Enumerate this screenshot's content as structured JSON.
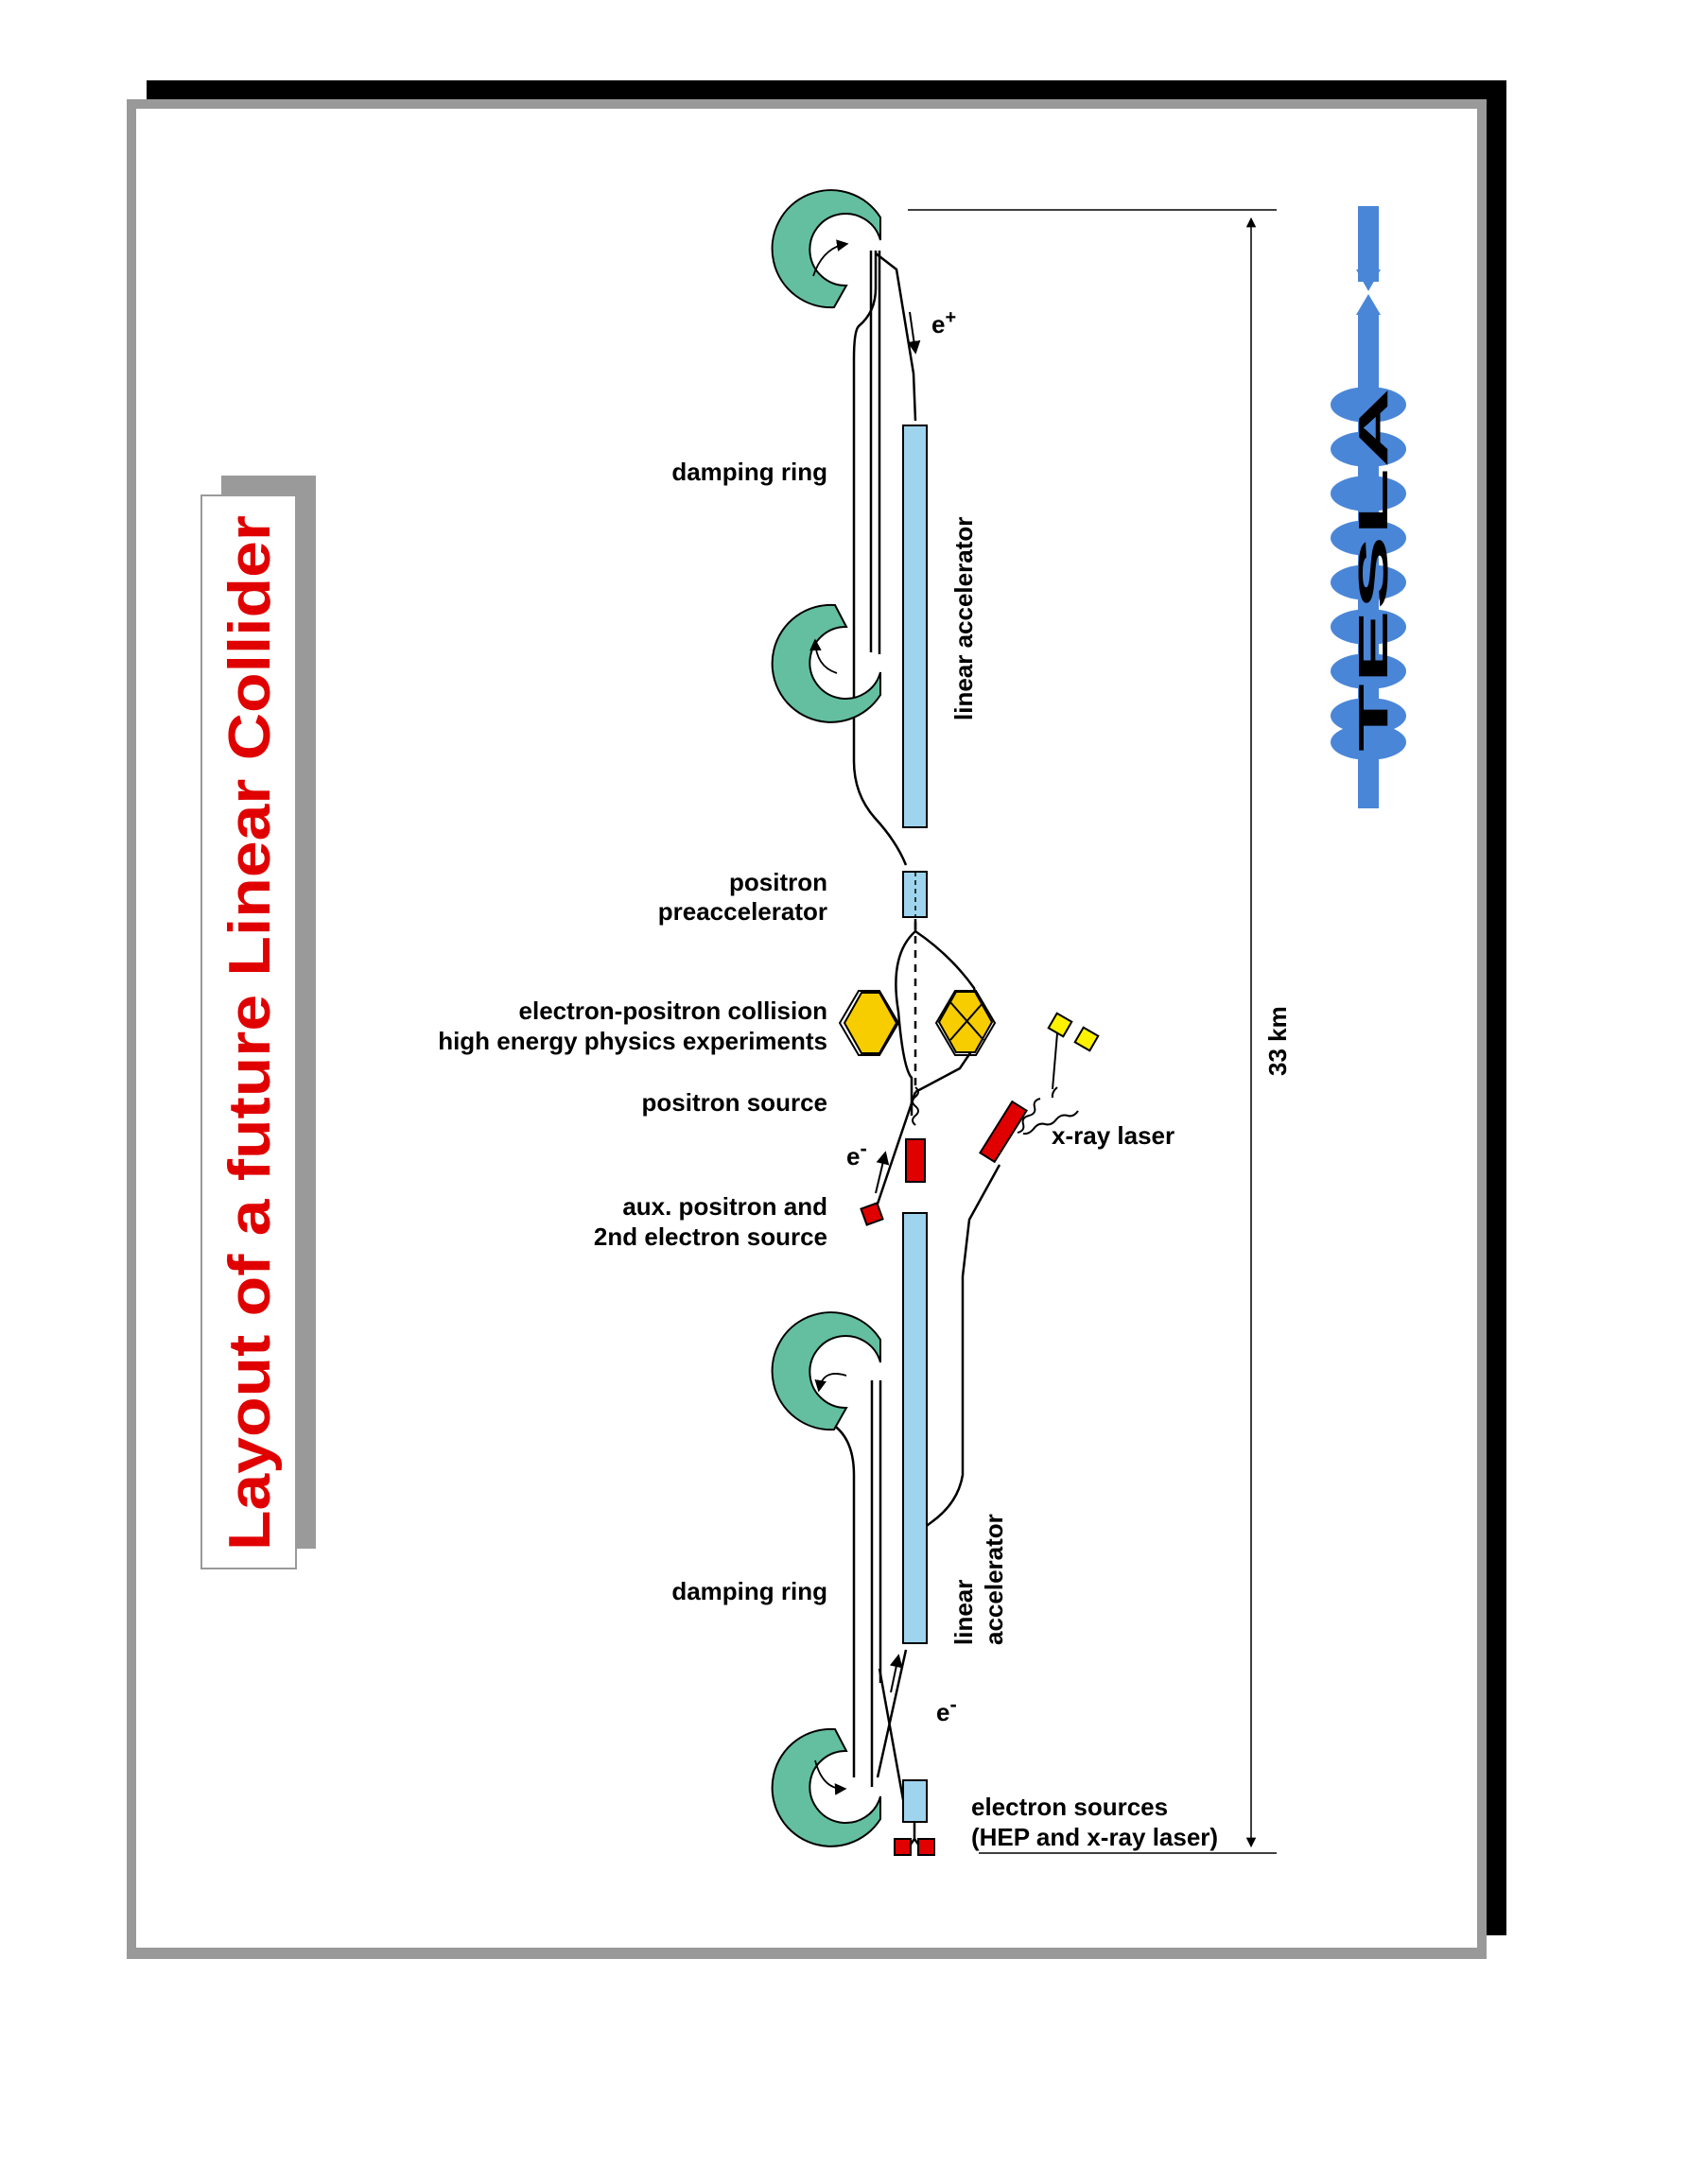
{
  "title": "Layout of a future Linear Collider",
  "logo_text": "TESLA",
  "colors": {
    "title": "#e00000",
    "accelerator": "#9fd4ee",
    "damping_ring": "#63bfa0",
    "detector": "#f7cd00",
    "source": "#e00000",
    "laser_target": "#fff200",
    "logo": "#4a86d8",
    "frame_shadow_black": "#000000",
    "frame_shadow_gray": "#999999"
  },
  "labels": {
    "damping_ring_top": "damping ring",
    "damping_ring_bottom": "damping ring",
    "linear_accelerator_top": "linear accelerator",
    "linear_accelerator_bottom_1": "linear",
    "linear_accelerator_bottom_2": "accelerator",
    "positron_pre_1": "positron",
    "positron_pre_2": "preaccelerator",
    "collision_1": "electron-positron collision",
    "collision_2": "high energy physics experiments",
    "positron_source": "positron source",
    "aux_source_1": "aux. positron and",
    "aux_source_2": "2nd electron source",
    "xray_laser": "x-ray laser",
    "electron_sources_1": "electron sources",
    "electron_sources_2": "(HEP and x-ray laser)",
    "length": "33 km",
    "beam_positron": "e",
    "beam_positron_sup": "+",
    "beam_electron_mid": "e",
    "beam_electron_mid_sup": "-",
    "beam_electron_bottom": "e",
    "beam_electron_bottom_sup": "-"
  }
}
